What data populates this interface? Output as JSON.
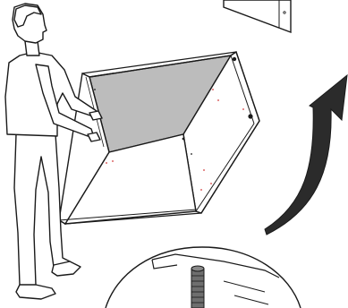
{
  "illustration": {
    "kind": "assembly-instruction-step",
    "text": "",
    "colors": {
      "background": "#ffffff",
      "line": "#1a1a1a",
      "panel_fill": "#bcbcbc",
      "arrow_fill": "#2b2b2b",
      "accent_holes": "#d23a3a"
    },
    "icons": [
      "person-figure",
      "cabinet-frame",
      "rotate-arrow-icon",
      "wall-panel",
      "detail-zoom-circle",
      "dowel-screw-icon"
    ]
  }
}
